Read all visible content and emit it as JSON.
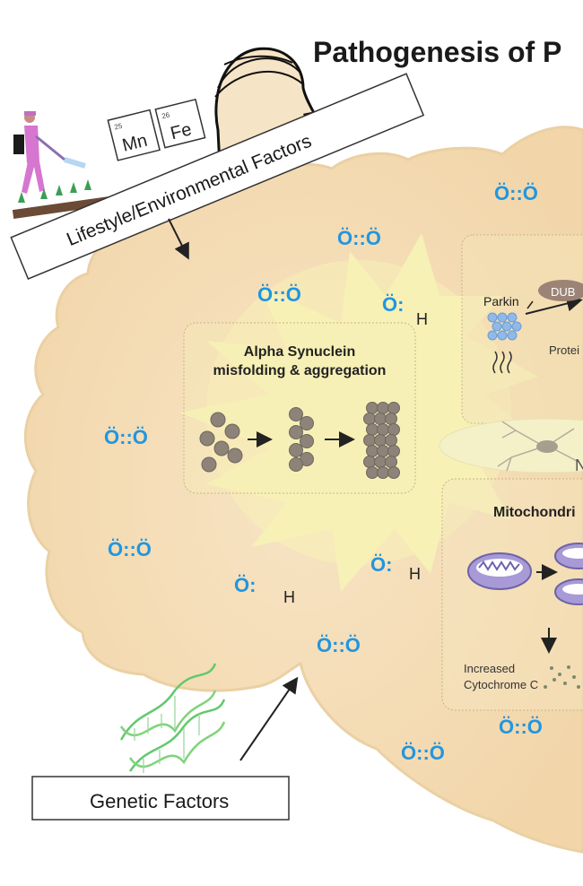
{
  "title": "Pathogenesis of P",
  "lifestyle_label": "Lifestyle/Environmental Factors",
  "genetic_label": "Genetic Factors",
  "elements": {
    "mn": {
      "number": "25",
      "symbol": "Mn"
    },
    "fe": {
      "number": "26",
      "symbol": "Fe"
    }
  },
  "alpha_synuclein": {
    "line1": "Alpha Synuclein",
    "line2": "misfolding & aggregation"
  },
  "ubiquitin_panel": {
    "parkin_label": "Parkin",
    "dub_label": "DUB",
    "protein_label": "Protei"
  },
  "neuron_label": "N",
  "mitochondria_panel": {
    "title": "Mitochondri",
    "note_line1": "Increased",
    "note_line2": "Cytochrome C"
  },
  "ros": {
    "superoxide": "Ö::Ö",
    "hydroxyl": "Ö:",
    "h": "H"
  },
  "colors": {
    "brain": "#f5ddb8",
    "brain_edge": "#ecd0a4",
    "glow": "#f6f3b6",
    "ros_blue": "#2196e0",
    "panel_border": "#cdb895",
    "mito": "#a79ad6",
    "dna_green": "#63c86e"
  }
}
